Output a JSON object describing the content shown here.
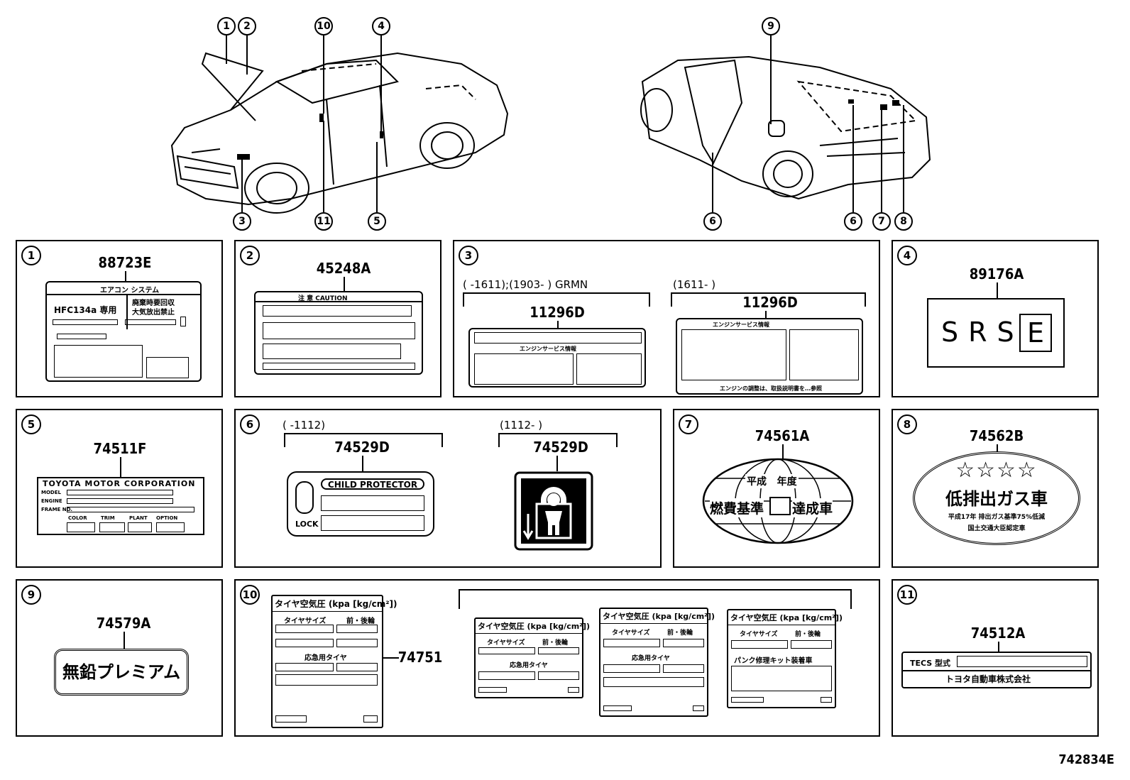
{
  "diagram_id": "742834E",
  "callouts": [
    "1",
    "2",
    "3",
    "4",
    "5",
    "6",
    "7",
    "8",
    "9",
    "10",
    "11"
  ],
  "panels": [
    {
      "num": "1",
      "part": "88723E",
      "title": "エアコン システム",
      "refrigerant": "HFC134a 専用",
      "note1": "廃棄時要回収",
      "note2": "大気放出禁止"
    },
    {
      "num": "2",
      "part": "45248A",
      "caution": "注 意 CAUTION"
    },
    {
      "num": "3",
      "cond_a": "(     -1611);(1903-        ) GRMN",
      "cond_b": "(1611-       )",
      "part_a": "11296D",
      "part_b": "11296D",
      "engine_service": "エンジンサービス情報",
      "warn": "エンジンの調整は、取扱説明書を…参照"
    },
    {
      "num": "4",
      "part": "89176A",
      "srs": "SRS",
      "e": "E"
    },
    {
      "num": "5",
      "part": "74511F",
      "maker": "TOYOTA MOTOR CORPORATION",
      "rows": [
        "MODEL",
        "ENGINE",
        "FRAME NO."
      ],
      "cols": [
        "COLOR",
        "TRIM",
        "PLANT",
        "OPTION"
      ]
    },
    {
      "num": "6",
      "cond_a": "(      -1112)",
      "cond_b": "(1112-       )",
      "part_a": "74529D",
      "part_b": "74529D",
      "child": "CHILD PROTECTOR",
      "lock": "LOCK"
    },
    {
      "num": "7",
      "part": "74561A",
      "year": "平成   年度",
      "standard": "燃費基準",
      "achieved": "達成車"
    },
    {
      "num": "8",
      "part": "74562B",
      "stars": "☆☆☆☆",
      "low": "低排出ガス車",
      "std": "平成17年 排出ガス基準75%低減",
      "cert": "国土交通大臣認定車"
    },
    {
      "num": "9",
      "part": "74579A",
      "fuel": "無鉛プレミアム"
    },
    {
      "num": "10",
      "part": "74751",
      "tire_title": "タイヤ空気圧 (kpa [kg/cm²])",
      "size": "タイヤサイズ",
      "frontrear": "前・後輪",
      "spare": "応急用タイヤ",
      "kit": "パンク修理キット装着車"
    },
    {
      "num": "11",
      "part": "74512A",
      "tecs": "TECS 型式",
      "maker": "トヨタ自動車株式会社"
    }
  ]
}
